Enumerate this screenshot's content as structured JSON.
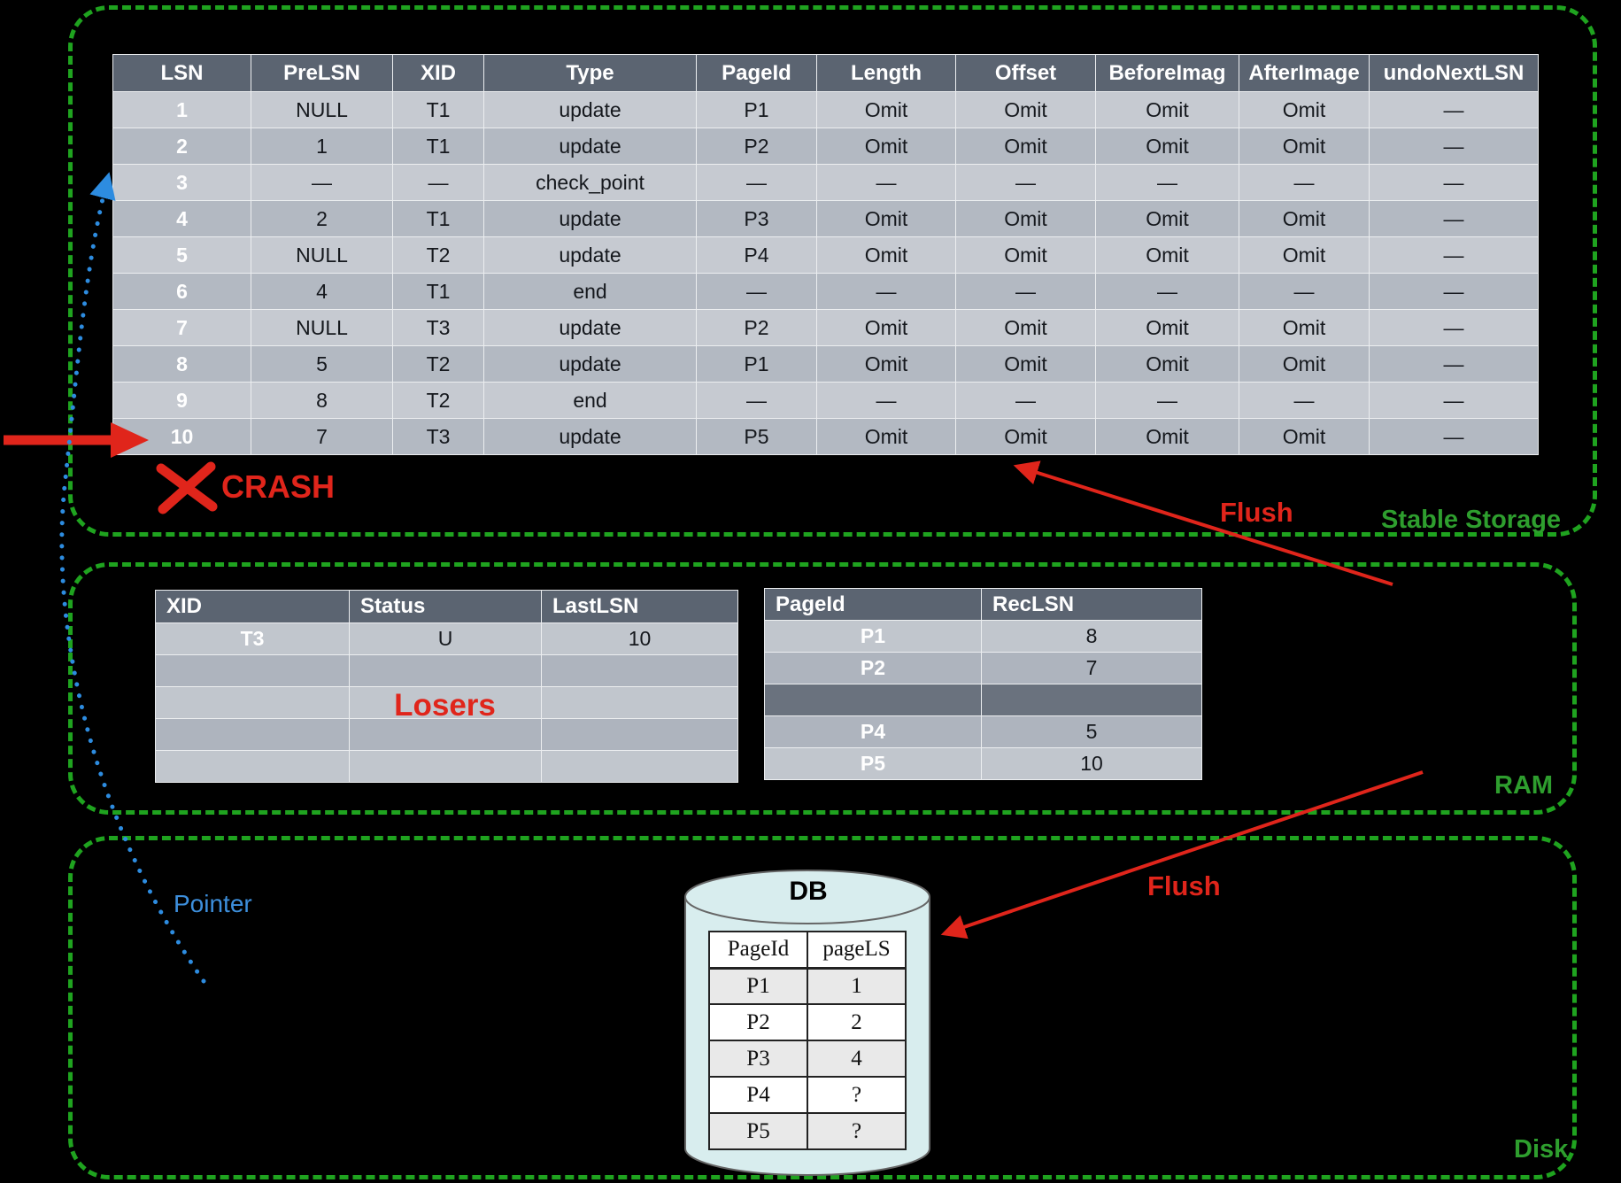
{
  "regions": {
    "stable_storage": {
      "label": "Stable Storage"
    },
    "ram": {
      "label": "RAM"
    },
    "disk": {
      "label": "Disk"
    }
  },
  "annotations": {
    "crash": "CRASH",
    "losers": "Losers",
    "pointer": "Pointer",
    "flush_log": "Flush",
    "flush_db": "Flush",
    "db_title": "DB"
  },
  "tables": {
    "log": {
      "headers": [
        "LSN",
        "PreLSN",
        "XID",
        "Type",
        "PageId",
        "Length",
        "Offset",
        "BeforeImag",
        "AfterImage",
        "undoNextLSN"
      ],
      "rows": [
        [
          "1",
          "NULL",
          "T1",
          "update",
          "P1",
          "Omit",
          "Omit",
          "Omit",
          "Omit",
          "—"
        ],
        [
          "2",
          "1",
          "T1",
          "update",
          "P2",
          "Omit",
          "Omit",
          "Omit",
          "Omit",
          "—"
        ],
        [
          "3",
          "—",
          "—",
          "check_point",
          "—",
          "—",
          "—",
          "—",
          "—",
          "—"
        ],
        [
          "4",
          "2",
          "T1",
          "update",
          "P3",
          "Omit",
          "Omit",
          "Omit",
          "Omit",
          "—"
        ],
        [
          "5",
          "NULL",
          "T2",
          "update",
          "P4",
          "Omit",
          "Omit",
          "Omit",
          "Omit",
          "—"
        ],
        [
          "6",
          "4",
          "T1",
          "end",
          "—",
          "—",
          "—",
          "—",
          "—",
          "—"
        ],
        [
          "7",
          "NULL",
          "T3",
          "update",
          "P2",
          "Omit",
          "Omit",
          "Omit",
          "Omit",
          "—"
        ],
        [
          "8",
          "5",
          "T2",
          "update",
          "P1",
          "Omit",
          "Omit",
          "Omit",
          "Omit",
          "—"
        ],
        [
          "9",
          "8",
          "T2",
          "end",
          "—",
          "—",
          "—",
          "—",
          "—",
          "—"
        ],
        [
          "10",
          "7",
          "T3",
          "update",
          "P5",
          "Omit",
          "Omit",
          "Omit",
          "Omit",
          "—"
        ]
      ]
    },
    "transactions": {
      "headers": [
        "XID",
        "Status",
        "LastLSN"
      ],
      "rows": [
        [
          "T3",
          "U",
          "10"
        ],
        [
          "",
          "",
          ""
        ],
        [
          "",
          "",
          ""
        ],
        [
          "",
          "",
          ""
        ],
        [
          "",
          "",
          ""
        ]
      ]
    },
    "dirty_pages": {
      "headers": [
        "PageId",
        "RecLSN"
      ],
      "rows": [
        [
          "P1",
          "8"
        ],
        [
          "P2",
          "7"
        ],
        [
          "",
          ""
        ],
        [
          "P4",
          "5"
        ],
        [
          "P5",
          "10"
        ]
      ]
    },
    "db_pages": {
      "headers": [
        "PageId",
        "pageLS"
      ],
      "rows": [
        [
          "P1",
          "1"
        ],
        [
          "P2",
          "2"
        ],
        [
          "P3",
          "4"
        ],
        [
          "P4",
          "?"
        ],
        [
          "P5",
          "?"
        ]
      ]
    }
  },
  "colors": {
    "region_border_green": "#1fa31f",
    "label_green": "#2e9e2e",
    "crash_red": "#e0251b",
    "arrow_red": "#e0251b",
    "pointer_blue": "#3d8fdc",
    "table_header_bg": "#5b6471",
    "row_light": "#c6cad1",
    "row_dark": "#b3b9c2",
    "cylinder_fill": "#d8edee",
    "background": "#000000"
  }
}
